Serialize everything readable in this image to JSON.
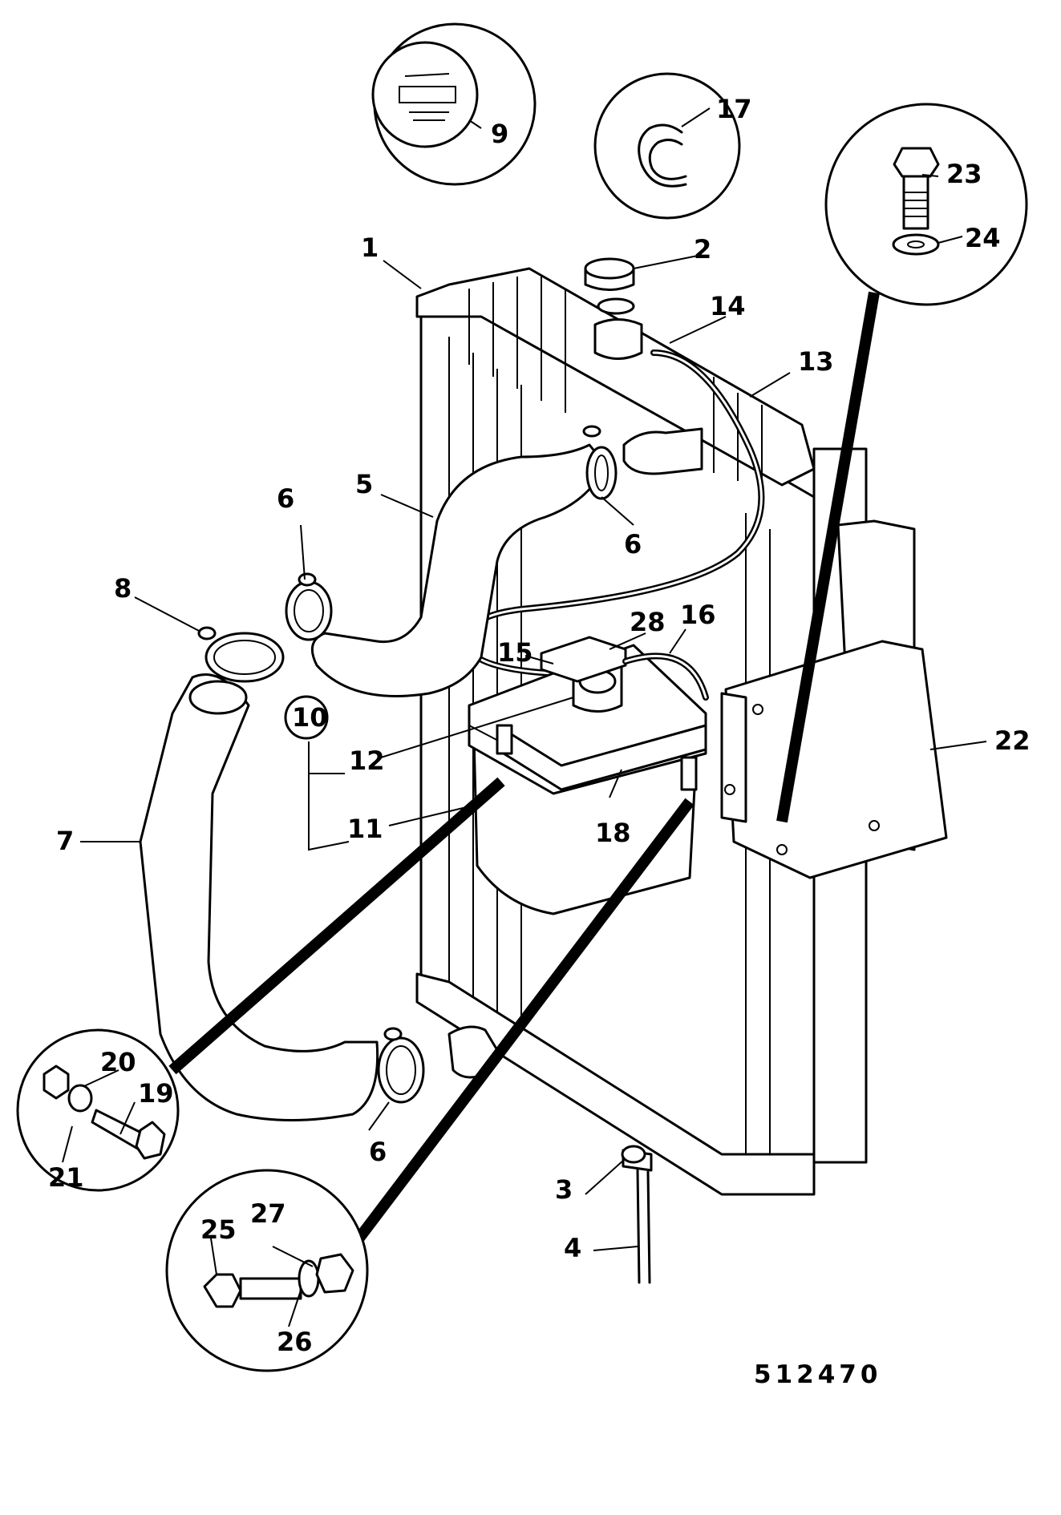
{
  "diagram": {
    "reference_number": "512470",
    "callouts": [
      {
        "id": "1",
        "text": "1"
      },
      {
        "id": "2",
        "text": "2"
      },
      {
        "id": "3",
        "text": "3"
      },
      {
        "id": "4",
        "text": "4"
      },
      {
        "id": "5",
        "text": "5"
      },
      {
        "id": "6a",
        "text": "6"
      },
      {
        "id": "6b",
        "text": "6"
      },
      {
        "id": "6c",
        "text": "6"
      },
      {
        "id": "7",
        "text": "7"
      },
      {
        "id": "8",
        "text": "8"
      },
      {
        "id": "9",
        "text": "9"
      },
      {
        "id": "10",
        "text": "10"
      },
      {
        "id": "11",
        "text": "11"
      },
      {
        "id": "12",
        "text": "12"
      },
      {
        "id": "13",
        "text": "13"
      },
      {
        "id": "14",
        "text": "14"
      },
      {
        "id": "15",
        "text": "15"
      },
      {
        "id": "16",
        "text": "16"
      },
      {
        "id": "17",
        "text": "17"
      },
      {
        "id": "18",
        "text": "18"
      },
      {
        "id": "19",
        "text": "19"
      },
      {
        "id": "20",
        "text": "20"
      },
      {
        "id": "21",
        "text": "21"
      },
      {
        "id": "22",
        "text": "22"
      },
      {
        "id": "23",
        "text": "23"
      },
      {
        "id": "24",
        "text": "24"
      },
      {
        "id": "25",
        "text": "25"
      },
      {
        "id": "26",
        "text": "26"
      },
      {
        "id": "27",
        "text": "27"
      },
      {
        "id": "28",
        "text": "28"
      }
    ]
  }
}
